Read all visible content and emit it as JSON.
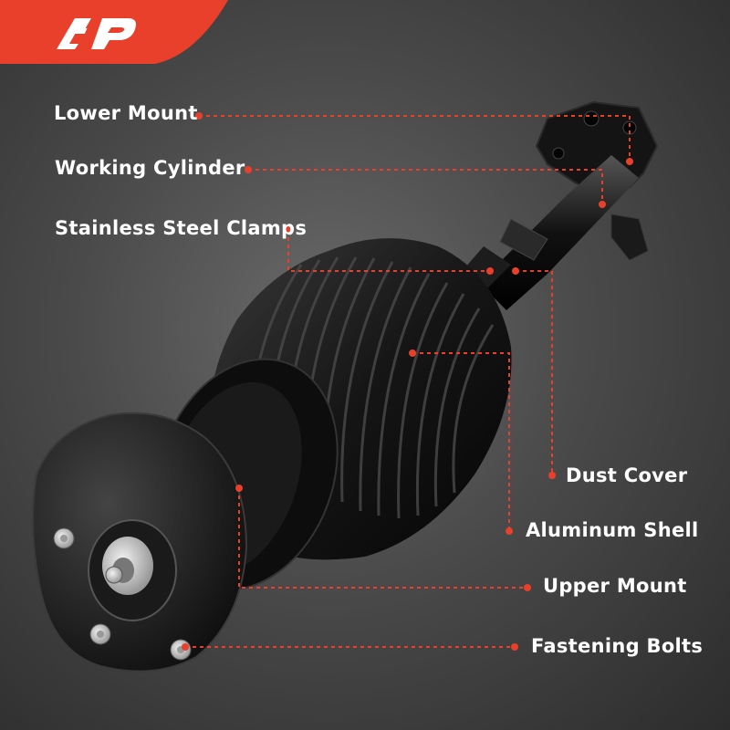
{
  "brand": {
    "logo_text": "A-P",
    "accent_color": "#e8402a"
  },
  "callouts": {
    "lower_mount": "Lower Mount",
    "working_cylinder": "Working Cylinder",
    "stainless_steel_clamps": "Stainless Steel Clamps",
    "dust_cover": "Dust Cover",
    "aluminum_shell": "Aluminum Shell",
    "upper_mount": "Upper Mount",
    "fastening_bolts": "Fastening Bolts"
  }
}
